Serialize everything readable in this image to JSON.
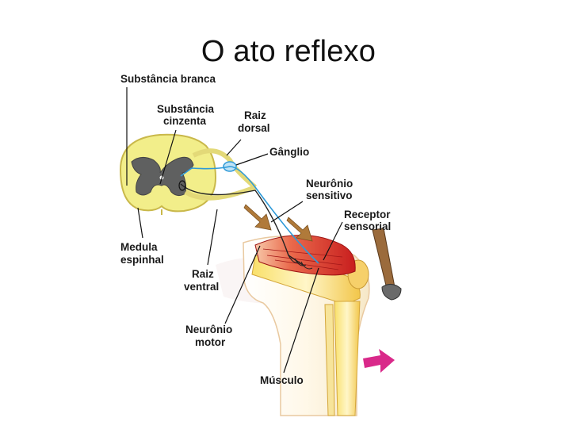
{
  "slide": {
    "title": "O ato reflexo"
  },
  "labels": {
    "substancia_branca": "Substância branca",
    "substancia_cinzenta_1": "Substância",
    "substancia_cinzenta_2": "cinzenta",
    "raiz_dorsal_1": "Raiz",
    "raiz_dorsal_2": "dorsal",
    "ganglio": "Gânglio",
    "neuronio_sensitivo_1": "Neurônio",
    "neuronio_sensitivo_2": "sensitivo",
    "receptor_1": "Receptor",
    "receptor_2": "sensorial",
    "medula_1": "Medula",
    "medula_2": "espinhal",
    "raiz_ventral_1": "Raiz",
    "raiz_ventral_2": "ventral",
    "neuronio_motor_1": "Neurônio",
    "neuronio_motor_2": "motor",
    "musculo": "Músculo"
  },
  "colors": {
    "white_matter": "#f2ee8a",
    "gray_matter": "#5f6060",
    "muscle": "#d8362a",
    "bone": "#f5e79a",
    "sensory_neuron": "#2f9ad8",
    "arrow_brown": "#b07a3a",
    "arrow_magenta": "#d9298a"
  }
}
